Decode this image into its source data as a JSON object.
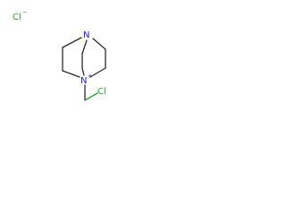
{
  "molecule": {
    "counter_ion": {
      "symbol": "Cl",
      "charge": "−"
    },
    "atoms": {
      "n_top": {
        "symbol": "N",
        "charge": ""
      },
      "n_bottom": {
        "symbol": "N",
        "charge": "+"
      },
      "cl_sub": {
        "symbol": "Cl",
        "charge": ""
      }
    },
    "colors": {
      "bond": "#2b2b2b",
      "nitrogen": "#1a1ad6",
      "chlorine": "#2e9e2e"
    }
  }
}
